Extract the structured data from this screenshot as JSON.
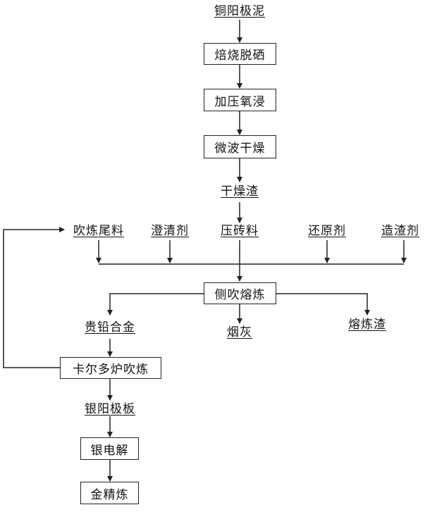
{
  "flow": {
    "start": "铜阳极泥",
    "roasting": "焙烧脱硒",
    "pressure_leach": "加压氧浸",
    "microwave_dry": "微波干燥",
    "dry_residue": "干燥渣"
  },
  "inputs": {
    "blow_tail": "吹炼尾料",
    "clarifier": "澄清剂",
    "briquette": "压砖料",
    "reducer": "还原剂",
    "slag_former": "造渣剂"
  },
  "smelting": {
    "side_blow": "侧吹熔炼",
    "precious_lead_alloy": "贵铅合金",
    "flue_dust": "烟灰",
    "smelting_slag": "熔炼渣"
  },
  "refining": {
    "kaldo": "卡尔多炉吹炼",
    "silver_anode": "银阳极板",
    "silver_electrolysis": "银电解",
    "gold_refining": "金精炼"
  },
  "colors": {
    "line": "#222222",
    "text": "#111111"
  }
}
